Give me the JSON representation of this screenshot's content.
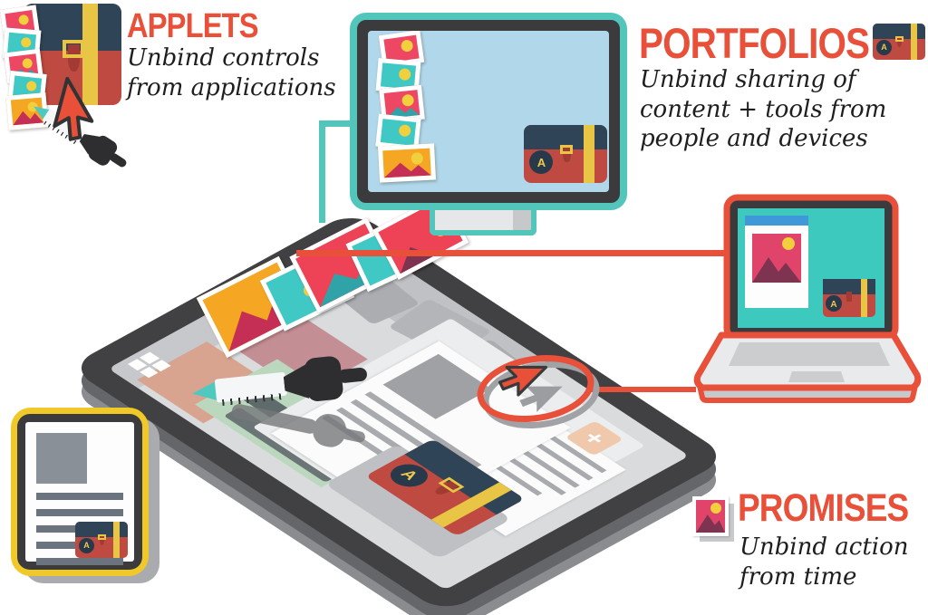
{
  "labels": {
    "applets": {
      "title": "APPLETS",
      "lines": [
        "Unbind controls",
        "from applications"
      ]
    },
    "portfolios": {
      "title": "PORTFOLIOS",
      "lines": [
        "Unbind sharing of",
        "content + tools from",
        "people and devices"
      ]
    },
    "promises": {
      "title": "PROMISES",
      "lines": [
        "Unbind action",
        "from time"
      ]
    }
  },
  "badge": {
    "letter": "A"
  },
  "tablet": {
    "plus_label": "+"
  },
  "icons": {
    "briefcase": "portfolio-briefcase",
    "photo_card": "photo-card-with-sun-and-mountains",
    "cursor": "red-arrow-pointer",
    "eyedropper": "eyedropper-tool",
    "windows_logo": "four-tile-window-logo",
    "plus": "add-button"
  },
  "colors": {
    "accent_red": "#E8503A",
    "teal": "#52C6BB",
    "yellow": "#F0C929",
    "navy": "#2F4456",
    "case_red": "#BF4A41",
    "monitor_screen_blue": "#B1D8EA",
    "laptop_screen_teal": "#3EC9BE",
    "titlebar_blue": "#3F99D8",
    "photo_pink": "#EE4763",
    "photo_teal": "#3FC8C4",
    "photo_orange": "#F5A623",
    "text_dark": "#201D1D"
  }
}
